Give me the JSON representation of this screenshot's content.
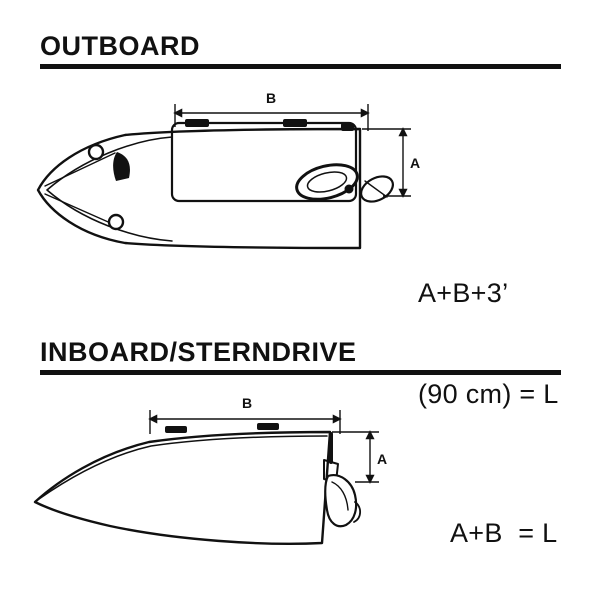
{
  "page": {
    "background": "#ffffff",
    "ink": "#111111"
  },
  "outboard": {
    "title": "OUTBOARD",
    "label_b": "B",
    "label_a": "A",
    "formula_line1": "A+B+3’",
    "formula_line2": "(90 cm) = L"
  },
  "inboard": {
    "title": "INBOARD/STERNDRIVE",
    "label_b": "B",
    "label_a": "A",
    "formula": "A+B  = L"
  }
}
